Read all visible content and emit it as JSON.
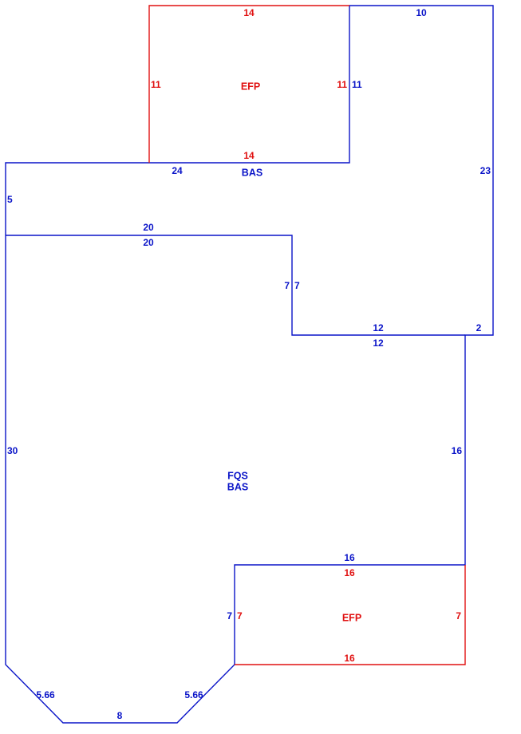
{
  "colors": {
    "bas": "#0a14c8",
    "efp": "#e01010"
  },
  "areas": {
    "efp_top": "EFP",
    "bas_main": "BAS",
    "fqs": "FQS",
    "bas_lower": "BAS",
    "efp_bottom": "EFP"
  },
  "dimensions": {
    "efp_top_top": "14",
    "efp_top_left": "11",
    "efp_top_right": "11",
    "efp_top_bottom": "14",
    "bas_top_right_top": "10",
    "bas_right_inner": "11",
    "bas_right_outer": "23",
    "bas_upper_bottom_top": "24",
    "bas_left_short": "5",
    "step_upper_a": "20",
    "step_upper_b": "20",
    "step_vertical_a": "7",
    "step_vertical_b": "7",
    "step_lower_a": "12",
    "step_lower_b": "12",
    "right_notch": "2",
    "left_long": "30",
    "right_mid": "16",
    "efp_bottom_top_blue": "16",
    "efp_bottom_top_red": "16",
    "efp_bottom_left_blue": "7",
    "efp_bottom_left_red": "7",
    "efp_bottom_right": "7",
    "efp_bottom_bottom": "16",
    "diag_left": "5.66",
    "diag_right": "5.66",
    "bottom_edge": "8"
  }
}
